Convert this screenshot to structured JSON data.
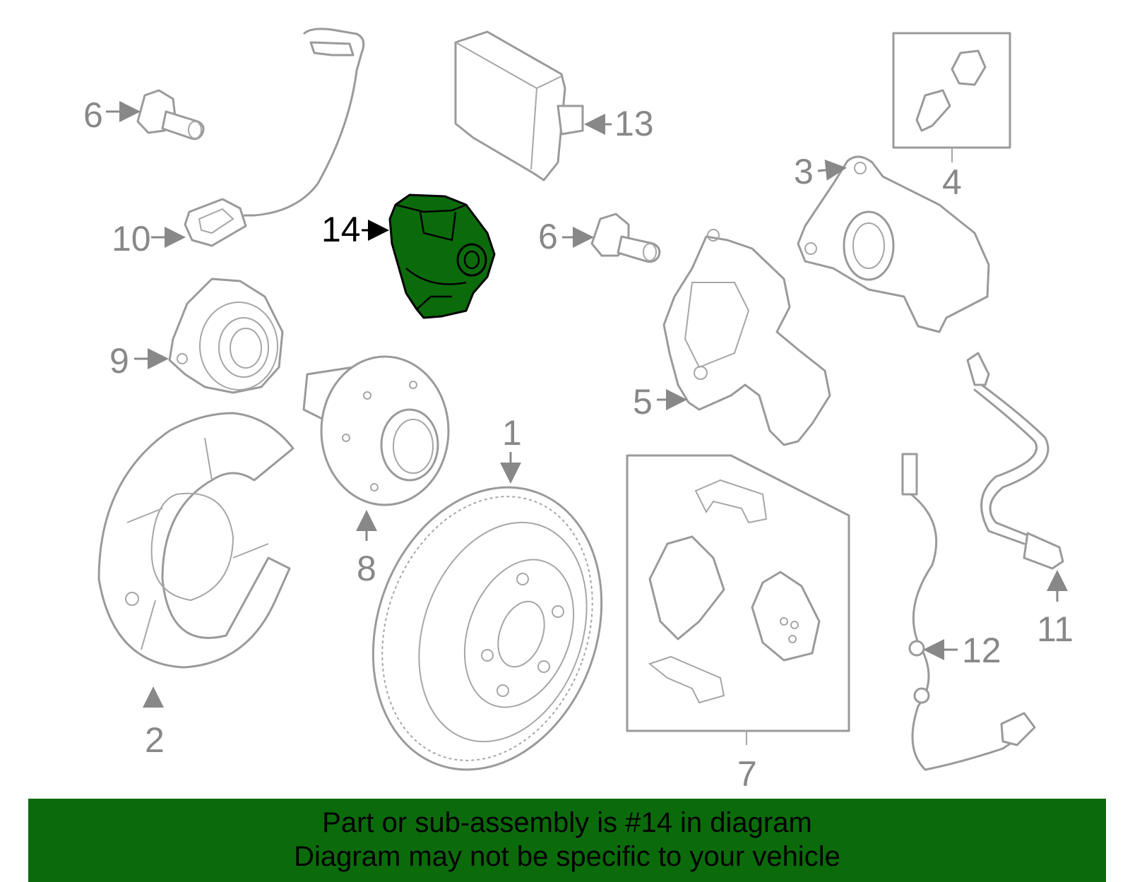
{
  "callouts": {
    "c1": "1",
    "c2": "2",
    "c3": "3",
    "c4": "4",
    "c5": "5",
    "c6a": "6",
    "c6b": "6",
    "c7": "7",
    "c8": "8",
    "c9": "9",
    "c10": "10",
    "c11": "11",
    "c12": "12",
    "c13": "13",
    "c14": "14"
  },
  "highlight": {
    "part_number": "14",
    "color": "#0b6b0b"
  },
  "banner": {
    "line1": "Part or sub-assembly is #14 in diagram",
    "line2": "Diagram may not be specific to your vehicle",
    "background": "#0b6b0b"
  }
}
